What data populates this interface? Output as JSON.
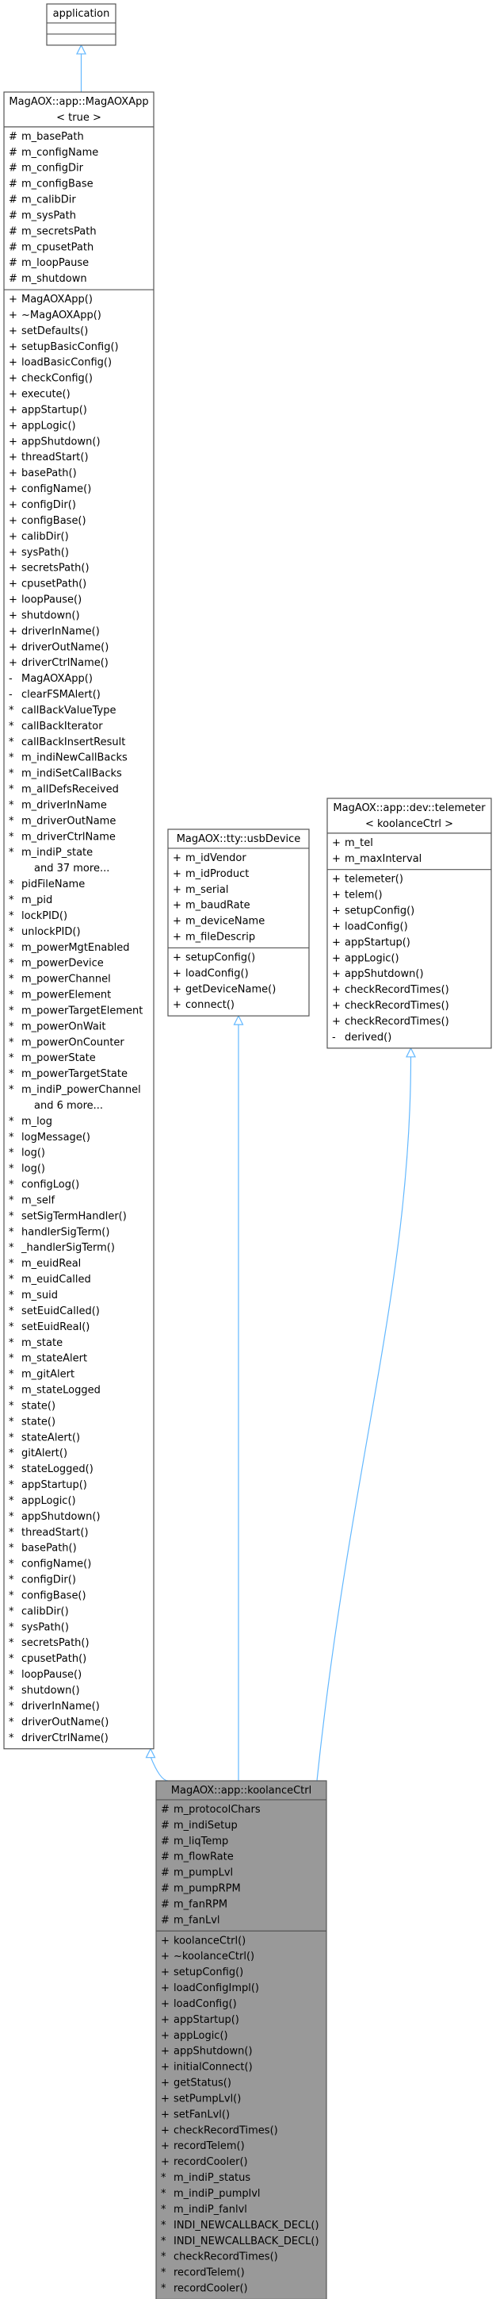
{
  "classes": [
    {
      "id": "application",
      "title": [
        "application"
      ],
      "attributes": [],
      "methods": []
    },
    {
      "id": "magaoxapp",
      "title": [
        "MagAOX::app::MagAOXApp",
        "< true >"
      ],
      "attributes": [
        {
          "v": "#",
          "n": "m_basePath"
        },
        {
          "v": "#",
          "n": "m_configName"
        },
        {
          "v": "#",
          "n": "m_configDir"
        },
        {
          "v": "#",
          "n": "m_configBase"
        },
        {
          "v": "#",
          "n": "m_calibDir"
        },
        {
          "v": "#",
          "n": "m_sysPath"
        },
        {
          "v": "#",
          "n": "m_secretsPath"
        },
        {
          "v": "#",
          "n": "m_cpusetPath"
        },
        {
          "v": "#",
          "n": "m_loopPause"
        },
        {
          "v": "#",
          "n": "m_shutdown"
        }
      ],
      "methods": [
        {
          "v": "+",
          "n": "MagAOXApp()"
        },
        {
          "v": "+",
          "n": "~MagAOXApp()"
        },
        {
          "v": "+",
          "n": "setDefaults()"
        },
        {
          "v": "+",
          "n": "setupBasicConfig()"
        },
        {
          "v": "+",
          "n": "loadBasicConfig()"
        },
        {
          "v": "+",
          "n": "checkConfig()"
        },
        {
          "v": "+",
          "n": "execute()"
        },
        {
          "v": "+",
          "n": "appStartup()"
        },
        {
          "v": "+",
          "n": "appLogic()"
        },
        {
          "v": "+",
          "n": "appShutdown()"
        },
        {
          "v": "+",
          "n": "threadStart()"
        },
        {
          "v": "+",
          "n": "basePath()"
        },
        {
          "v": "+",
          "n": "configName()"
        },
        {
          "v": "+",
          "n": "configDir()"
        },
        {
          "v": "+",
          "n": "configBase()"
        },
        {
          "v": "+",
          "n": "calibDir()"
        },
        {
          "v": "+",
          "n": "sysPath()"
        },
        {
          "v": "+",
          "n": "secretsPath()"
        },
        {
          "v": "+",
          "n": "cpusetPath()"
        },
        {
          "v": "+",
          "n": "loopPause()"
        },
        {
          "v": "+",
          "n": "shutdown()"
        },
        {
          "v": "+",
          "n": "driverInName()"
        },
        {
          "v": "+",
          "n": "driverOutName()"
        },
        {
          "v": "+",
          "n": "driverCtrlName()"
        },
        {
          "v": "-",
          "n": "MagAOXApp()"
        },
        {
          "v": "-",
          "n": "clearFSMAlert()"
        },
        {
          "v": "*",
          "n": "callBackValueType"
        },
        {
          "v": "*",
          "n": "callBackIterator"
        },
        {
          "v": "*",
          "n": "callBackInsertResult"
        },
        {
          "v": "*",
          "n": "m_indiNewCallBacks"
        },
        {
          "v": "*",
          "n": "m_indiSetCallBacks"
        },
        {
          "v": "*",
          "n": "m_allDefsReceived"
        },
        {
          "v": "*",
          "n": "m_driverInName"
        },
        {
          "v": "*",
          "n": "m_driverOutName"
        },
        {
          "v": "*",
          "n": "m_driverCtrlName"
        },
        {
          "v": "*",
          "n": "m_indiP_state"
        },
        {
          "v": "",
          "n": "and 37 more..."
        },
        {
          "v": "*",
          "n": "pidFileName"
        },
        {
          "v": "*",
          "n": "m_pid"
        },
        {
          "v": "*",
          "n": "lockPID()"
        },
        {
          "v": "*",
          "n": "unlockPID()"
        },
        {
          "v": "*",
          "n": "m_powerMgtEnabled"
        },
        {
          "v": "*",
          "n": "m_powerDevice"
        },
        {
          "v": "*",
          "n": "m_powerChannel"
        },
        {
          "v": "*",
          "n": "m_powerElement"
        },
        {
          "v": "*",
          "n": "m_powerTargetElement"
        },
        {
          "v": "*",
          "n": "m_powerOnWait"
        },
        {
          "v": "*",
          "n": "m_powerOnCounter"
        },
        {
          "v": "*",
          "n": "m_powerState"
        },
        {
          "v": "*",
          "n": "m_powerTargetState"
        },
        {
          "v": "*",
          "n": "m_indiP_powerChannel"
        },
        {
          "v": "",
          "n": "and 6 more..."
        },
        {
          "v": "*",
          "n": "m_log"
        },
        {
          "v": "*",
          "n": "logMessage()"
        },
        {
          "v": "*",
          "n": "log()"
        },
        {
          "v": "*",
          "n": "log()"
        },
        {
          "v": "*",
          "n": "configLog()"
        },
        {
          "v": "*",
          "n": "m_self"
        },
        {
          "v": "*",
          "n": "setSigTermHandler()"
        },
        {
          "v": "*",
          "n": "handlerSigTerm()"
        },
        {
          "v": "*",
          "n": "_handlerSigTerm()"
        },
        {
          "v": "*",
          "n": "m_euidReal"
        },
        {
          "v": "*",
          "n": "m_euidCalled"
        },
        {
          "v": "*",
          "n": "m_suid"
        },
        {
          "v": "*",
          "n": "setEuidCalled()"
        },
        {
          "v": "*",
          "n": "setEuidReal()"
        },
        {
          "v": "*",
          "n": "m_state"
        },
        {
          "v": "*",
          "n": "m_stateAlert"
        },
        {
          "v": "*",
          "n": "m_gitAlert"
        },
        {
          "v": "*",
          "n": "m_stateLogged"
        },
        {
          "v": "*",
          "n": "state()"
        },
        {
          "v": "*",
          "n": "state()"
        },
        {
          "v": "*",
          "n": "stateAlert()"
        },
        {
          "v": "*",
          "n": "gitAlert()"
        },
        {
          "v": "*",
          "n": "stateLogged()"
        },
        {
          "v": "*",
          "n": "appStartup()"
        },
        {
          "v": "*",
          "n": "appLogic()"
        },
        {
          "v": "*",
          "n": "appShutdown()"
        },
        {
          "v": "*",
          "n": "threadStart()"
        },
        {
          "v": "*",
          "n": "basePath()"
        },
        {
          "v": "*",
          "n": "configName()"
        },
        {
          "v": "*",
          "n": "configDir()"
        },
        {
          "v": "*",
          "n": "configBase()"
        },
        {
          "v": "*",
          "n": "calibDir()"
        },
        {
          "v": "*",
          "n": "sysPath()"
        },
        {
          "v": "*",
          "n": "secretsPath()"
        },
        {
          "v": "*",
          "n": "cpusetPath()"
        },
        {
          "v": "*",
          "n": "loopPause()"
        },
        {
          "v": "*",
          "n": "shutdown()"
        },
        {
          "v": "*",
          "n": "driverInName()"
        },
        {
          "v": "*",
          "n": "driverOutName()"
        },
        {
          "v": "*",
          "n": "driverCtrlName()"
        }
      ]
    },
    {
      "id": "usbdevice",
      "title": [
        "MagAOX::tty::usbDevice"
      ],
      "attributes": [
        {
          "v": "+",
          "n": "m_idVendor"
        },
        {
          "v": "+",
          "n": "m_idProduct"
        },
        {
          "v": "+",
          "n": "m_serial"
        },
        {
          "v": "+",
          "n": "m_baudRate"
        },
        {
          "v": "+",
          "n": "m_deviceName"
        },
        {
          "v": "+",
          "n": "m_fileDescrip"
        }
      ],
      "methods": [
        {
          "v": "+",
          "n": "setupConfig()"
        },
        {
          "v": "+",
          "n": "loadConfig()"
        },
        {
          "v": "+",
          "n": "getDeviceName()"
        },
        {
          "v": "+",
          "n": "connect()"
        }
      ]
    },
    {
      "id": "telemeter",
      "title": [
        "MagAOX::app::dev::telemeter",
        "< koolanceCtrl >"
      ],
      "attributes": [
        {
          "v": "+",
          "n": "m_tel"
        },
        {
          "v": "+",
          "n": "m_maxInterval"
        }
      ],
      "methods": [
        {
          "v": "+",
          "n": "telemeter()"
        },
        {
          "v": "+",
          "n": "telem()"
        },
        {
          "v": "+",
          "n": "setupConfig()"
        },
        {
          "v": "+",
          "n": "loadConfig()"
        },
        {
          "v": "+",
          "n": "appStartup()"
        },
        {
          "v": "+",
          "n": "appLogic()"
        },
        {
          "v": "+",
          "n": "appShutdown()"
        },
        {
          "v": "+",
          "n": "checkRecordTimes()"
        },
        {
          "v": "+",
          "n": "checkRecordTimes()"
        },
        {
          "v": "+",
          "n": "checkRecordTimes()"
        },
        {
          "v": "-",
          "n": "derived()"
        }
      ]
    },
    {
      "id": "koolancectrl",
      "title": [
        "MagAOX::app::koolanceCtrl"
      ],
      "attributes": [
        {
          "v": "#",
          "n": "m_protocolChars"
        },
        {
          "v": "#",
          "n": "m_indiSetup"
        },
        {
          "v": "#",
          "n": "m_liqTemp"
        },
        {
          "v": "#",
          "n": "m_flowRate"
        },
        {
          "v": "#",
          "n": "m_pumpLvl"
        },
        {
          "v": "#",
          "n": "m_pumpRPM"
        },
        {
          "v": "#",
          "n": "m_fanRPM"
        },
        {
          "v": "#",
          "n": "m_fanLvl"
        }
      ],
      "methods": [
        {
          "v": "+",
          "n": "koolanceCtrl()"
        },
        {
          "v": "+",
          "n": "~koolanceCtrl()"
        },
        {
          "v": "+",
          "n": "setupConfig()"
        },
        {
          "v": "+",
          "n": "loadConfigImpl()"
        },
        {
          "v": "+",
          "n": "loadConfig()"
        },
        {
          "v": "+",
          "n": "appStartup()"
        },
        {
          "v": "+",
          "n": "appLogic()"
        },
        {
          "v": "+",
          "n": "appShutdown()"
        },
        {
          "v": "+",
          "n": "initialConnect()"
        },
        {
          "v": "+",
          "n": "getStatus()"
        },
        {
          "v": "+",
          "n": "setPumpLvl()"
        },
        {
          "v": "+",
          "n": "setFanLvl()"
        },
        {
          "v": "+",
          "n": "checkRecordTimes()"
        },
        {
          "v": "+",
          "n": "recordTelem()"
        },
        {
          "v": "+",
          "n": "recordCooler()"
        },
        {
          "v": "*",
          "n": "m_indiP_status"
        },
        {
          "v": "*",
          "n": "m_indiP_pumplvl"
        },
        {
          "v": "*",
          "n": "m_indiP_fanlvl"
        },
        {
          "v": "*",
          "n": "INDI_NEWCALLBACK_DECL()"
        },
        {
          "v": "*",
          "n": "INDI_NEWCALLBACK_DECL()"
        },
        {
          "v": "*",
          "n": "checkRecordTimes()"
        },
        {
          "v": "*",
          "n": "recordTelem()"
        },
        {
          "v": "*",
          "n": "recordCooler()"
        }
      ]
    }
  ],
  "colors": {
    "border": "#555555",
    "edge": "#63b8ff",
    "highlight_fill": "#999999",
    "fill": "#ffffff"
  }
}
